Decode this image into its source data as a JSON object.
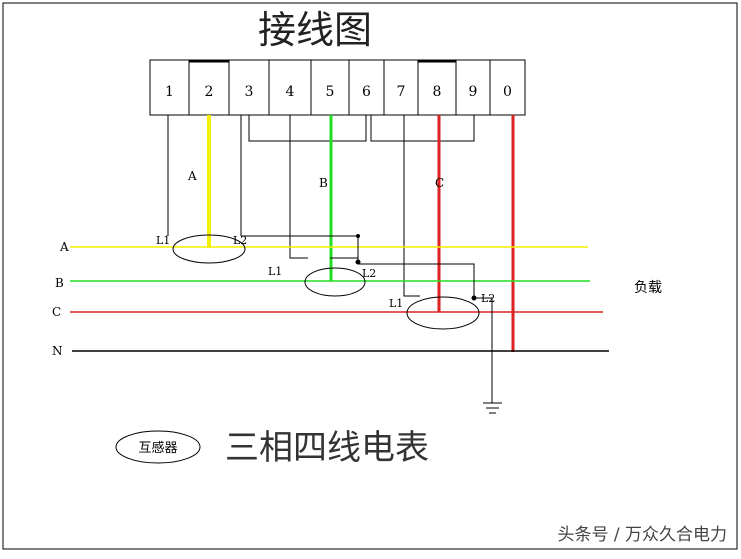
{
  "title": "接线图",
  "subtitle": "三相四线电表",
  "legend_label": "互感器",
  "load_label": "负载",
  "watermark": "头条号 / 万众久合电力",
  "terminals": [
    "1",
    "2",
    "3",
    "4",
    "5",
    "6",
    "7",
    "8",
    "9",
    "0"
  ],
  "phase_labels": {
    "a": "A",
    "b": "B",
    "c": "C"
  },
  "lines": {
    "a": "A",
    "b": "B",
    "c": "C",
    "n": "N"
  },
  "ct_a": {
    "l1": "L1",
    "l2": "L2"
  },
  "ct_b": {
    "l1": "L1",
    "l2": "L2"
  },
  "ct_c": {
    "l1": "L1",
    "l2": "L2"
  },
  "colors": {
    "phase_a": "#f2f200",
    "phase_b": "#22dd22",
    "phase_c": "#dd2222",
    "neutral": "#000000"
  }
}
